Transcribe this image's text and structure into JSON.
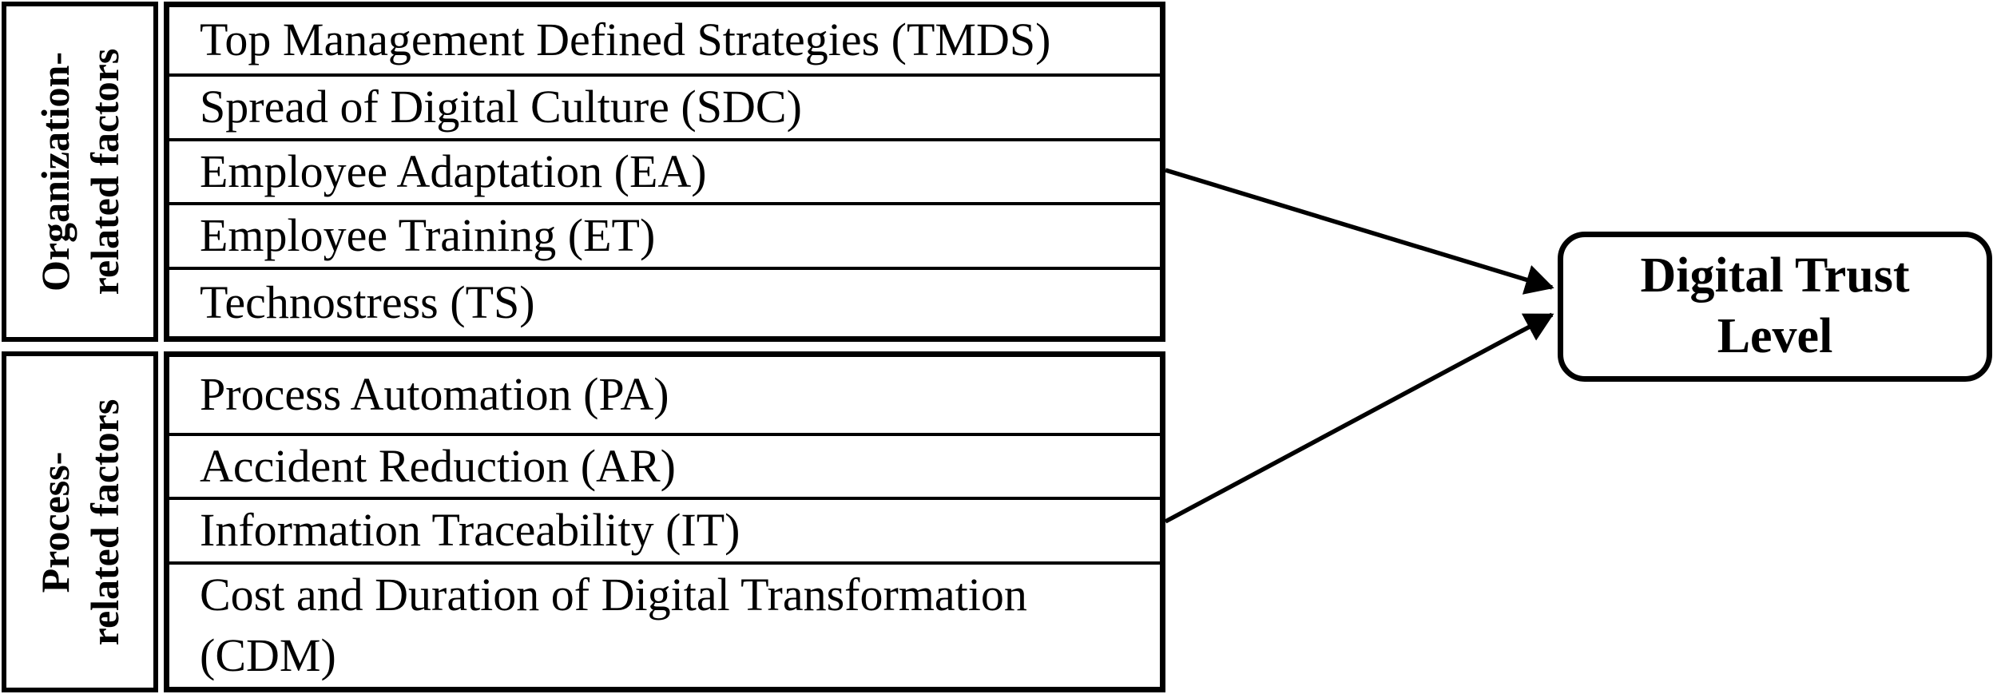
{
  "colors": {
    "ink": "#000000",
    "background": "#ffffff"
  },
  "diagram": {
    "groups": [
      {
        "label": {
          "line1": "Organization-",
          "line2": "related factors"
        },
        "factors": [
          {
            "line1": "Top Management Defined Strategies (TMDS)"
          },
          {
            "line1": "Spread of Digital Culture (SDC)"
          },
          {
            "line1": "Employee Adaptation (EA)"
          },
          {
            "line1": "Employee Training (ET)"
          },
          {
            "line1": "Technostress (TS)"
          }
        ]
      },
      {
        "label": {
          "line1": "Process-",
          "line2": "related factors"
        },
        "factors": [
          {
            "line1": "Process Automation (PA)"
          },
          {
            "line1": "Accident Reduction (AR)"
          },
          {
            "line1": "Information Traceability (IT)"
          },
          {
            "line1": "Cost and Duration of Digital Transformation",
            "line2": "(CDM)"
          }
        ]
      }
    ],
    "outcome": {
      "line1": "Digital Trust",
      "line2": "Level"
    }
  }
}
